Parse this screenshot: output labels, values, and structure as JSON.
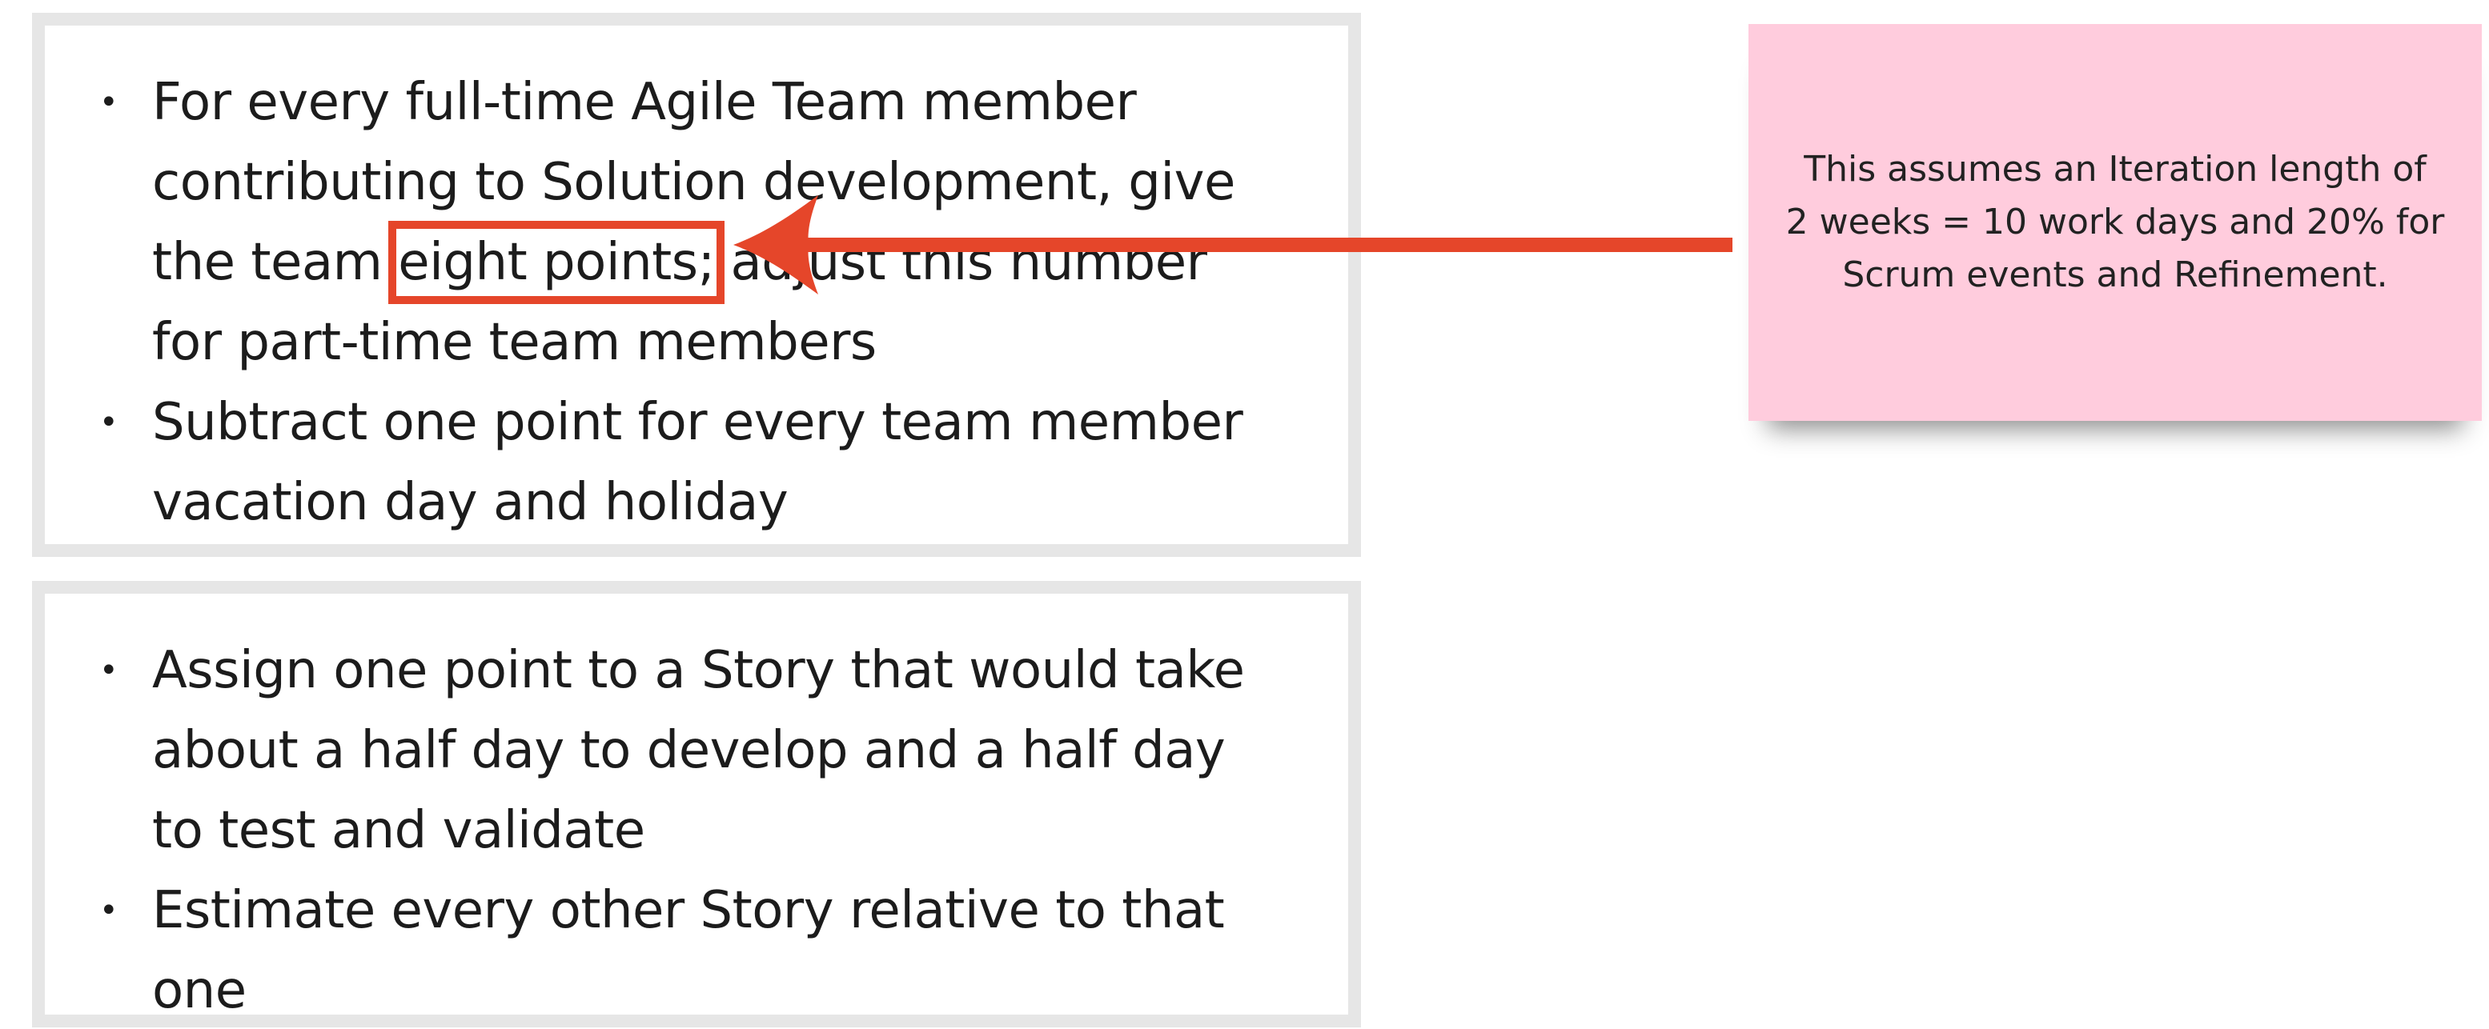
{
  "card1": {
    "bullets": [
      {
        "lines": [
          "For every full-time Agile Team member",
          "contributing to Solution development, give"
        ],
        "line3_before": "the team ",
        "highlight": "eight points;",
        "line3_after": " adjust this number",
        "line4": "for part-time team members"
      },
      {
        "lines": [
          "Subtract one point for every team member",
          "vacation day and holiday"
        ]
      }
    ]
  },
  "card2": {
    "bullets": [
      {
        "lines": [
          "Assign one point to a Story that would take",
          "about a half day to develop and a half day",
          "to test and validate"
        ]
      },
      {
        "lines": [
          "Estimate every other Story relative to that",
          "one"
        ]
      }
    ]
  },
  "sticky_note": {
    "lines": [
      "This assumes an Iteration length of",
      "2 weeks = 10 work days and 20% for",
      "Scrum events and Refinement."
    ]
  },
  "bullet_glyph": "•",
  "colors": {
    "arrow": "#e5462a",
    "highlight_box": "#e5462a",
    "sticky": "#ffccdd",
    "card_border": "#e6e6e6"
  }
}
